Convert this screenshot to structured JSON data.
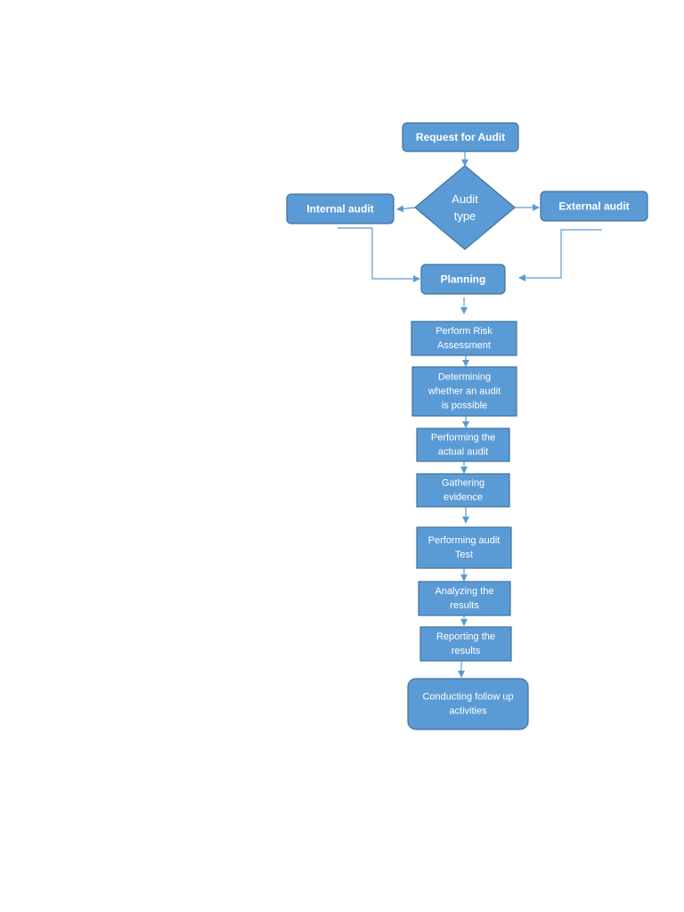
{
  "flowchart": {
    "nodes": [
      {
        "id": "request",
        "lines": [
          "Request for Audit"
        ]
      },
      {
        "id": "type",
        "lines": [
          "Audit",
          "type"
        ]
      },
      {
        "id": "internal",
        "lines": [
          "Internal audit"
        ]
      },
      {
        "id": "external",
        "lines": [
          "External audit"
        ]
      },
      {
        "id": "planning",
        "lines": [
          "Planning"
        ]
      },
      {
        "id": "risk",
        "lines": [
          "Perform Risk",
          "Assessment"
        ]
      },
      {
        "id": "determining",
        "lines": [
          "Determining",
          "whether an audit",
          "is possible"
        ]
      },
      {
        "id": "performing",
        "lines": [
          "Performing the",
          "actual audit"
        ]
      },
      {
        "id": "gathering",
        "lines": [
          "Gathering",
          "evidence"
        ]
      },
      {
        "id": "test",
        "lines": [
          "Performing audit",
          "Test"
        ]
      },
      {
        "id": "analyzing",
        "lines": [
          "Analyzing the",
          "results"
        ]
      },
      {
        "id": "reporting",
        "lines": [
          "Reporting the",
          "results"
        ]
      },
      {
        "id": "followup",
        "lines": [
          "Conducting follow up",
          "activities"
        ]
      }
    ],
    "edges": [
      {
        "from": "request",
        "to": "type"
      },
      {
        "from": "type",
        "to": "internal"
      },
      {
        "from": "type",
        "to": "external"
      },
      {
        "from": "internal",
        "to": "planning"
      },
      {
        "from": "external",
        "to": "planning"
      },
      {
        "from": "planning",
        "to": "risk"
      },
      {
        "from": "risk",
        "to": "determining"
      },
      {
        "from": "determining",
        "to": "performing"
      },
      {
        "from": "performing",
        "to": "gathering"
      },
      {
        "from": "gathering",
        "to": "test"
      },
      {
        "from": "test",
        "to": "analyzing"
      },
      {
        "from": "analyzing",
        "to": "reporting"
      },
      {
        "from": "reporting",
        "to": "followup"
      }
    ],
    "colors": {
      "fill": "#5b9bd5",
      "stroke": "#41719c",
      "text": "#ffffff",
      "connector": "#5b9bd5"
    }
  }
}
